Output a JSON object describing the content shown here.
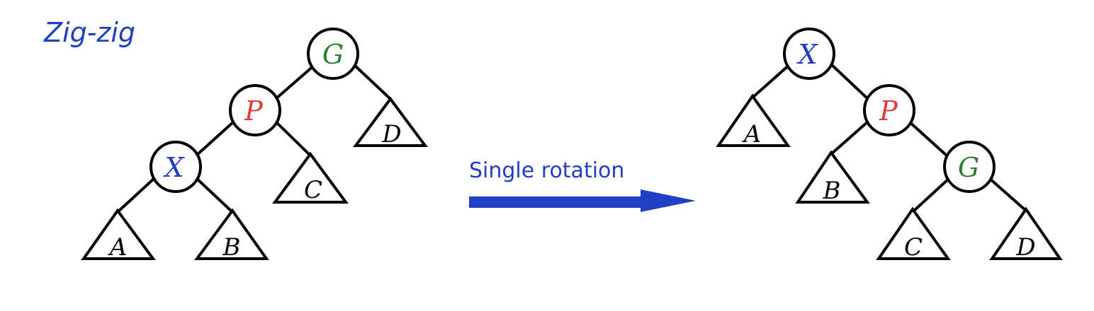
{
  "title": "Zig-zig",
  "caption": "Single rotation",
  "colors": {
    "G": "#2e7d32",
    "P": "#e53935",
    "X": "#1f3fc4",
    "arrow": "#1f3fc4",
    "title": "#1f3fc4"
  },
  "before": {
    "nodes": {
      "root": "G",
      "mid": "P",
      "low": "X"
    },
    "leaves": {
      "a": "A",
      "b": "B",
      "c": "C",
      "d": "D"
    }
  },
  "after": {
    "nodes": {
      "root": "X",
      "mid": "P",
      "low": "G"
    },
    "leaves": {
      "a": "A",
      "b": "B",
      "c": "C",
      "d": "D"
    }
  }
}
